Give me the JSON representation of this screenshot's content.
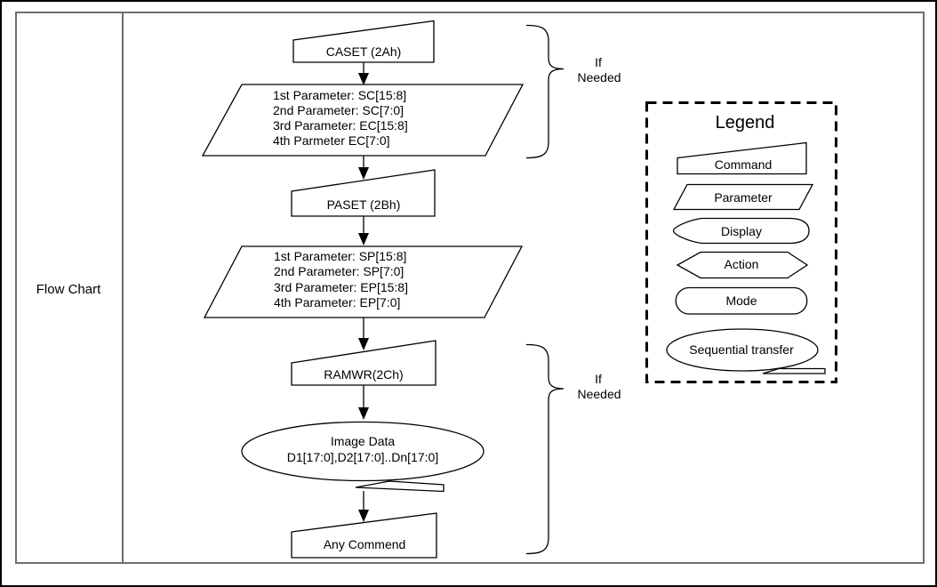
{
  "table": {
    "row_label": "Flow Chart"
  },
  "flow": {
    "caset": {
      "label": "CASET (2Ah)"
    },
    "caset_params": {
      "lines": [
        "1st Parameter: SC[15:8]",
        "2nd Parameter: SC[7:0]",
        "3rd Parameter: EC[15:8]",
        "4th Parmeter EC[7:0]"
      ]
    },
    "paset": {
      "label": "PASET (2Bh)"
    },
    "paset_params": {
      "lines": [
        "1st Parameter: SP[15:8]",
        "2nd Parameter: SP[7:0]",
        "3rd Parameter: EP[15:8]",
        "4th Parameter: EP[7:0]"
      ]
    },
    "ramwr": {
      "label": "RAMWR(2Ch)"
    },
    "image_data": {
      "lines": [
        "Image Data",
        "D1[17:0],D2[17:0]..Dn[17:0]"
      ]
    },
    "any_command": {
      "label": "Any Commend"
    },
    "if_needed_top": {
      "line1": "If",
      "line2": "Needed"
    },
    "if_needed_bottom": {
      "line1": "If",
      "line2": "Needed"
    }
  },
  "legend": {
    "title": "Legend",
    "items": [
      {
        "shape": "command",
        "label": "Command"
      },
      {
        "shape": "parameter",
        "label": "Parameter"
      },
      {
        "shape": "display",
        "label": "Display"
      },
      {
        "shape": "action",
        "label": "Action"
      },
      {
        "shape": "mode",
        "label": "Mode"
      },
      {
        "shape": "sequential-transfer",
        "label": "Sequential transfer"
      }
    ]
  },
  "colors": {
    "line": "#000000",
    "table_border": "#6e6e6e",
    "background": "#ffffff"
  }
}
